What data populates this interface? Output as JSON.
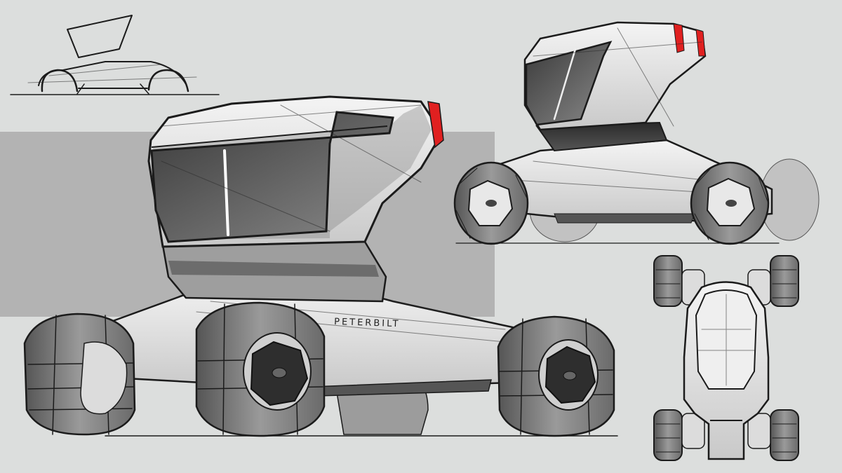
{
  "sketch": {
    "brand_text": "PETERBILT",
    "colors": {
      "background": "#dcdedd",
      "panel": "#b3b3b3",
      "accent_red": "#e02020",
      "ink": "#1b1b1b"
    },
    "views": [
      "thumbnail-sketch",
      "main-perspective",
      "side-view",
      "top-view"
    ]
  }
}
